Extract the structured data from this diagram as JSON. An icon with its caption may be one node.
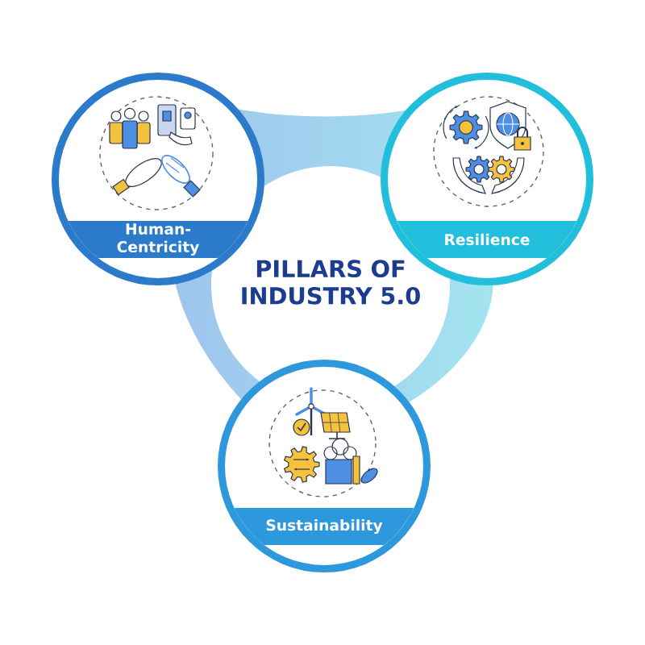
{
  "diagram": {
    "title": "PILLARS OF INDUSTRY 5.0",
    "nodes": [
      {
        "text": [
          "Human-Centricity"
        ]
      },
      {
        "text": [
          "Resilience"
        ]
      },
      {
        "text": [
          "Sustainability"
        ]
      }
    ]
  }
}
